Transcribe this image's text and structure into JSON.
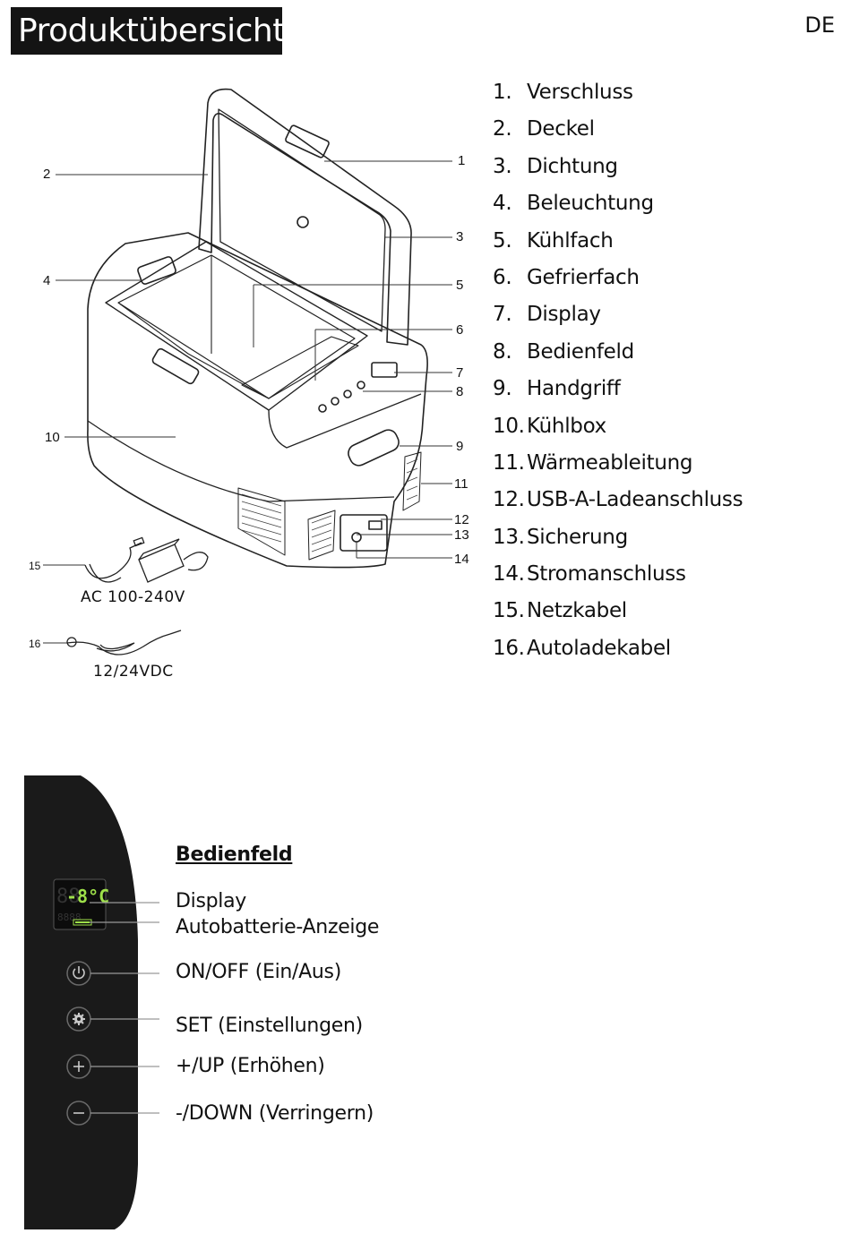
{
  "header": {
    "title": "Produktübersicht",
    "language_code": "DE"
  },
  "diagram": {
    "callouts": [
      "1",
      "2",
      "3",
      "4",
      "5",
      "6",
      "7",
      "8",
      "9",
      "10",
      "11",
      "12",
      "13",
      "14",
      "15",
      "16"
    ],
    "ac_adapter_label": "AC 100-240V",
    "car_cable_label": "12/24VDC",
    "display_digits": "-8°C"
  },
  "parts": [
    {
      "num": "1.",
      "label": "Verschluss"
    },
    {
      "num": "2.",
      "label": "Deckel"
    },
    {
      "num": "3.",
      "label": "Dichtung"
    },
    {
      "num": "4.",
      "label": "Beleuchtung"
    },
    {
      "num": "5.",
      "label": "Kühlfach"
    },
    {
      "num": "6.",
      "label": "Gefrierfach"
    },
    {
      "num": "7.",
      "label": "Display"
    },
    {
      "num": "8.",
      "label": "Bedienfeld"
    },
    {
      "num": "9.",
      "label": "Handgriff"
    },
    {
      "num": "10.",
      "label": "Kühlbox"
    },
    {
      "num": "11.",
      "label": "Wärmeableitung"
    },
    {
      "num": "12.",
      "label": "USB-A-Ladeanschluss"
    },
    {
      "num": "13.",
      "label": "Sicherung"
    },
    {
      "num": "14.",
      "label": "Stromanschluss"
    },
    {
      "num": "15.",
      "label": "Netzkabel"
    },
    {
      "num": "16.",
      "label": "Autoladekabel"
    }
  ],
  "control_panel": {
    "title": "Bedienfeld",
    "labels": {
      "display": "Display",
      "battery_indicator": "Autobatterie-Anzeige",
      "power": "ON/OFF (Ein/Aus)",
      "set": "SET (Einstellungen)",
      "up": "+/UP (Erhöhen)",
      "down": "-/DOWN (Verringern)"
    },
    "icons": [
      "power-icon",
      "gear-icon",
      "plus-icon",
      "minus-icon"
    ],
    "colors": {
      "panel": "#1a1a1a",
      "lcd_text": "#9ee04a",
      "button_ring": "#6a6a6a"
    }
  }
}
